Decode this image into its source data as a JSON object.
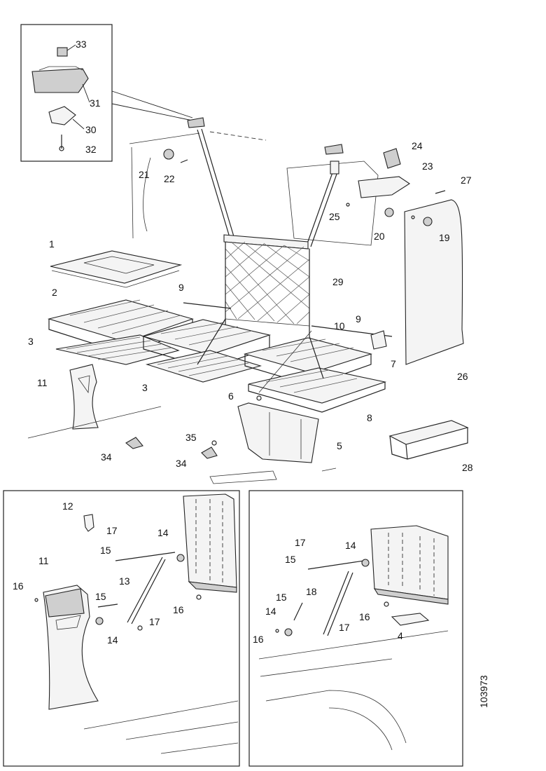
{
  "document": {
    "reference_number": "103973",
    "figure": "exploded parts diagram"
  },
  "callouts_main": [
    {
      "id": "33",
      "text": "33"
    },
    {
      "id": "31",
      "text": "31"
    },
    {
      "id": "30",
      "text": "30"
    },
    {
      "id": "32",
      "text": "32"
    },
    {
      "id": "24",
      "text": "24"
    },
    {
      "id": "23",
      "text": "23"
    },
    {
      "id": "21",
      "text": "21"
    },
    {
      "id": "22",
      "text": "22"
    },
    {
      "id": "27",
      "text": "27"
    },
    {
      "id": "25",
      "text": "25"
    },
    {
      "id": "20",
      "text": "20"
    },
    {
      "id": "19",
      "text": "19"
    },
    {
      "id": "1",
      "text": "1"
    },
    {
      "id": "29",
      "text": "29"
    },
    {
      "id": "2",
      "text": "2"
    },
    {
      "id": "9a",
      "text": "9"
    },
    {
      "id": "9b",
      "text": "9"
    },
    {
      "id": "10",
      "text": "10"
    },
    {
      "id": "3a",
      "text": "3"
    },
    {
      "id": "7",
      "text": "7"
    },
    {
      "id": "26",
      "text": "26"
    },
    {
      "id": "3b",
      "text": "3"
    },
    {
      "id": "11",
      "text": "11"
    },
    {
      "id": "6",
      "text": "6"
    },
    {
      "id": "8",
      "text": "8"
    },
    {
      "id": "35",
      "text": "35"
    },
    {
      "id": "5",
      "text": "5"
    },
    {
      "id": "34a",
      "text": "34"
    },
    {
      "id": "34b",
      "text": "34"
    },
    {
      "id": "28",
      "text": "28"
    }
  ],
  "callouts_left_detail": [
    {
      "id": "12",
      "text": "12"
    },
    {
      "id": "17a",
      "text": "17"
    },
    {
      "id": "14a",
      "text": "14"
    },
    {
      "id": "15a",
      "text": "15"
    },
    {
      "id": "11",
      "text": "11"
    },
    {
      "id": "13",
      "text": "13"
    },
    {
      "id": "16a",
      "text": "16"
    },
    {
      "id": "15b",
      "text": "15"
    },
    {
      "id": "16b",
      "text": "16"
    },
    {
      "id": "17b",
      "text": "17"
    },
    {
      "id": "14b",
      "text": "14"
    }
  ],
  "callouts_right_detail": [
    {
      "id": "17a",
      "text": "17"
    },
    {
      "id": "14a",
      "text": "14"
    },
    {
      "id": "15a",
      "text": "15"
    },
    {
      "id": "18",
      "text": "18"
    },
    {
      "id": "15b",
      "text": "15"
    },
    {
      "id": "16a",
      "text": "16"
    },
    {
      "id": "14b",
      "text": "14"
    },
    {
      "id": "17b",
      "text": "17"
    },
    {
      "id": "16b",
      "text": "16"
    },
    {
      "id": "4",
      "text": "4"
    }
  ]
}
